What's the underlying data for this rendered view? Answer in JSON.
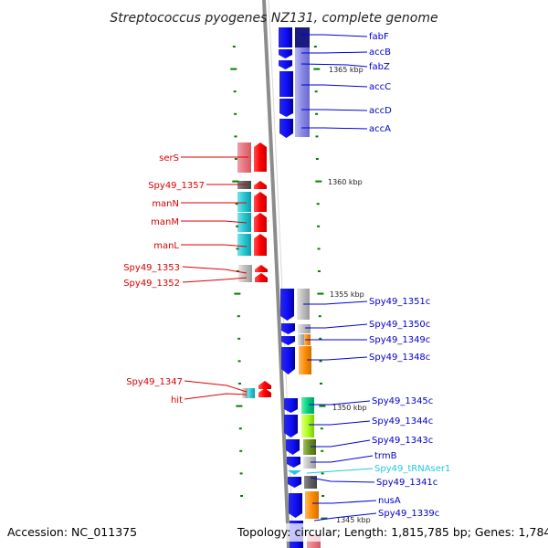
{
  "title": "Streptococcus pyogenes NZ131, complete genome",
  "footer": {
    "accession": "Accession: NC_011375",
    "summary": "Topology: circular; Length: 1,815,785 bp; Genes: 1,784"
  },
  "colors": {
    "forward_strand": "#ff0000",
    "reverse_strand": "#0000ee",
    "trna": "#22c8e0",
    "backbone": "#808080",
    "tick": "#008000"
  },
  "tick_labels": [
    "1365 kbp",
    "1360 kbp",
    "1355 kbp",
    "1350 kbp",
    "1345 kbp"
  ],
  "genes_forward": [
    "serS",
    "Spy49_1357",
    "manN",
    "manM",
    "manL",
    "Spy49_1353",
    "Spy49_1352",
    "Spy49_1347",
    "hit"
  ],
  "genes_reverse": [
    "fabF",
    "accB",
    "fabZ",
    "accC",
    "accD",
    "accA",
    "Spy49_1351c",
    "Spy49_1350c",
    "Spy49_1349c",
    "Spy49_1348c",
    "Spy49_1345c",
    "Spy49_1344c",
    "Spy49_1343c",
    "trmB",
    "Spy49_tRNAser1",
    "Spy49_1341c",
    "nusA",
    "Spy49_1339c"
  ]
}
